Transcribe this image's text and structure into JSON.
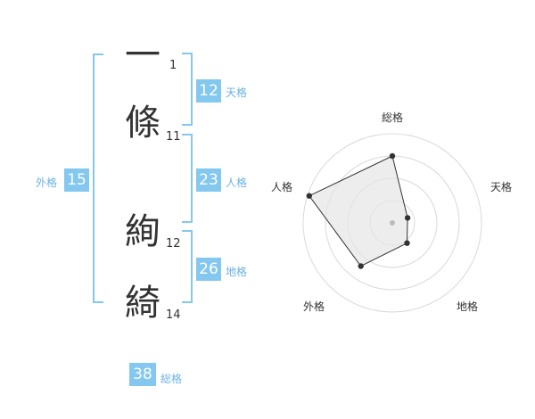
{
  "name": {
    "chars": [
      {
        "char": "一",
        "strokes": "1"
      },
      {
        "char": "條",
        "strokes": "11"
      },
      {
        "char": "絢",
        "strokes": "12"
      },
      {
        "char": "綺",
        "strokes": "14"
      }
    ]
  },
  "kakusu": {
    "tenkaku": {
      "value": "12",
      "label": "天格"
    },
    "jinkaku": {
      "value": "23",
      "label": "人格"
    },
    "chikaku": {
      "value": "26",
      "label": "地格"
    },
    "gaikaku": {
      "value": "15",
      "label": "外格"
    },
    "soukaku": {
      "value": "38",
      "label": "総格"
    }
  },
  "colors": {
    "accent": "#84c7ef",
    "label": "#6bb3e4",
    "text": "#333333"
  },
  "chart_data": {
    "type": "radar",
    "axes": [
      "総格",
      "天格",
      "地格",
      "外格",
      "人格"
    ],
    "values": [
      0.75,
      0.18,
      0.28,
      0.6,
      0.98
    ],
    "rings": 4,
    "range": [
      0,
      1
    ]
  }
}
